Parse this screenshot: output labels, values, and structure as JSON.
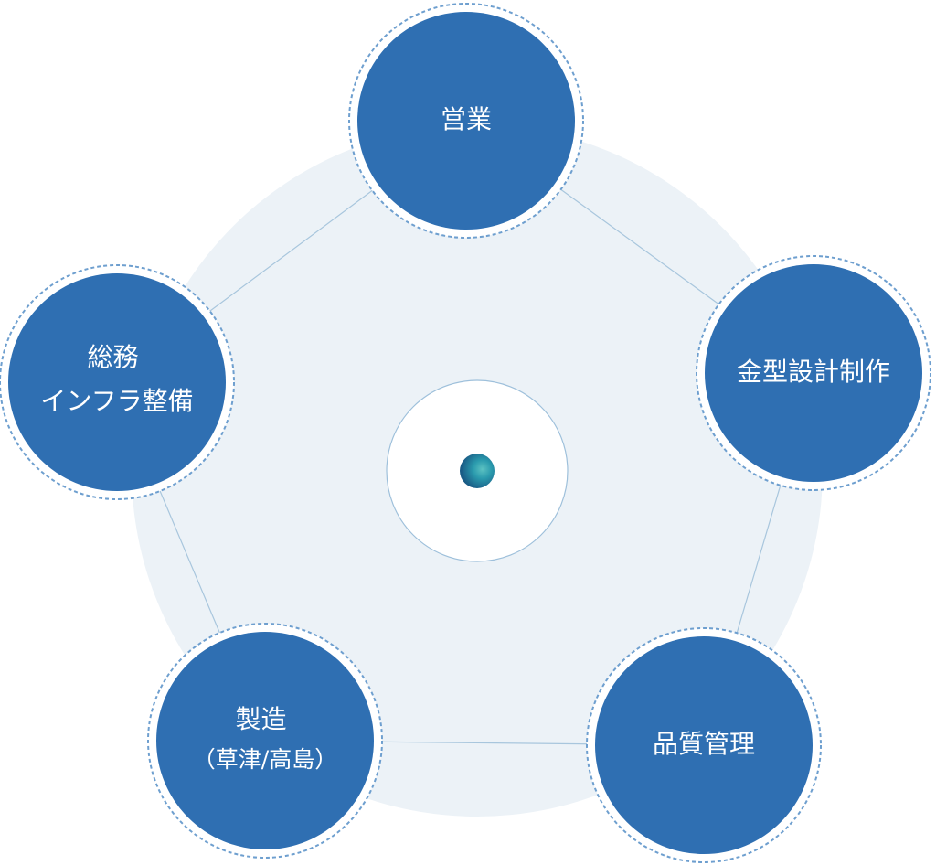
{
  "diagram": {
    "nodes": [
      {
        "id": "sales",
        "lines": [
          "営業"
        ]
      },
      {
        "id": "mold-design",
        "lines": [
          "金型設計制作"
        ]
      },
      {
        "id": "quality",
        "lines": [
          "品質管理"
        ]
      },
      {
        "id": "manufacturing",
        "lines": [
          "製造",
          "（草津/高島）"
        ]
      },
      {
        "id": "general-affairs",
        "lines": [
          "総務",
          "インフラ整備"
        ]
      }
    ]
  },
  "colors": {
    "node_fill": "#2f6fb2",
    "node_dashed_ring": "#6e9fcf",
    "pentagon_line": "#a8c6dd",
    "disc_fill": "#ecf2f7",
    "center_ring": "#9ec0db",
    "center_dot": "#1f8a9c"
  }
}
